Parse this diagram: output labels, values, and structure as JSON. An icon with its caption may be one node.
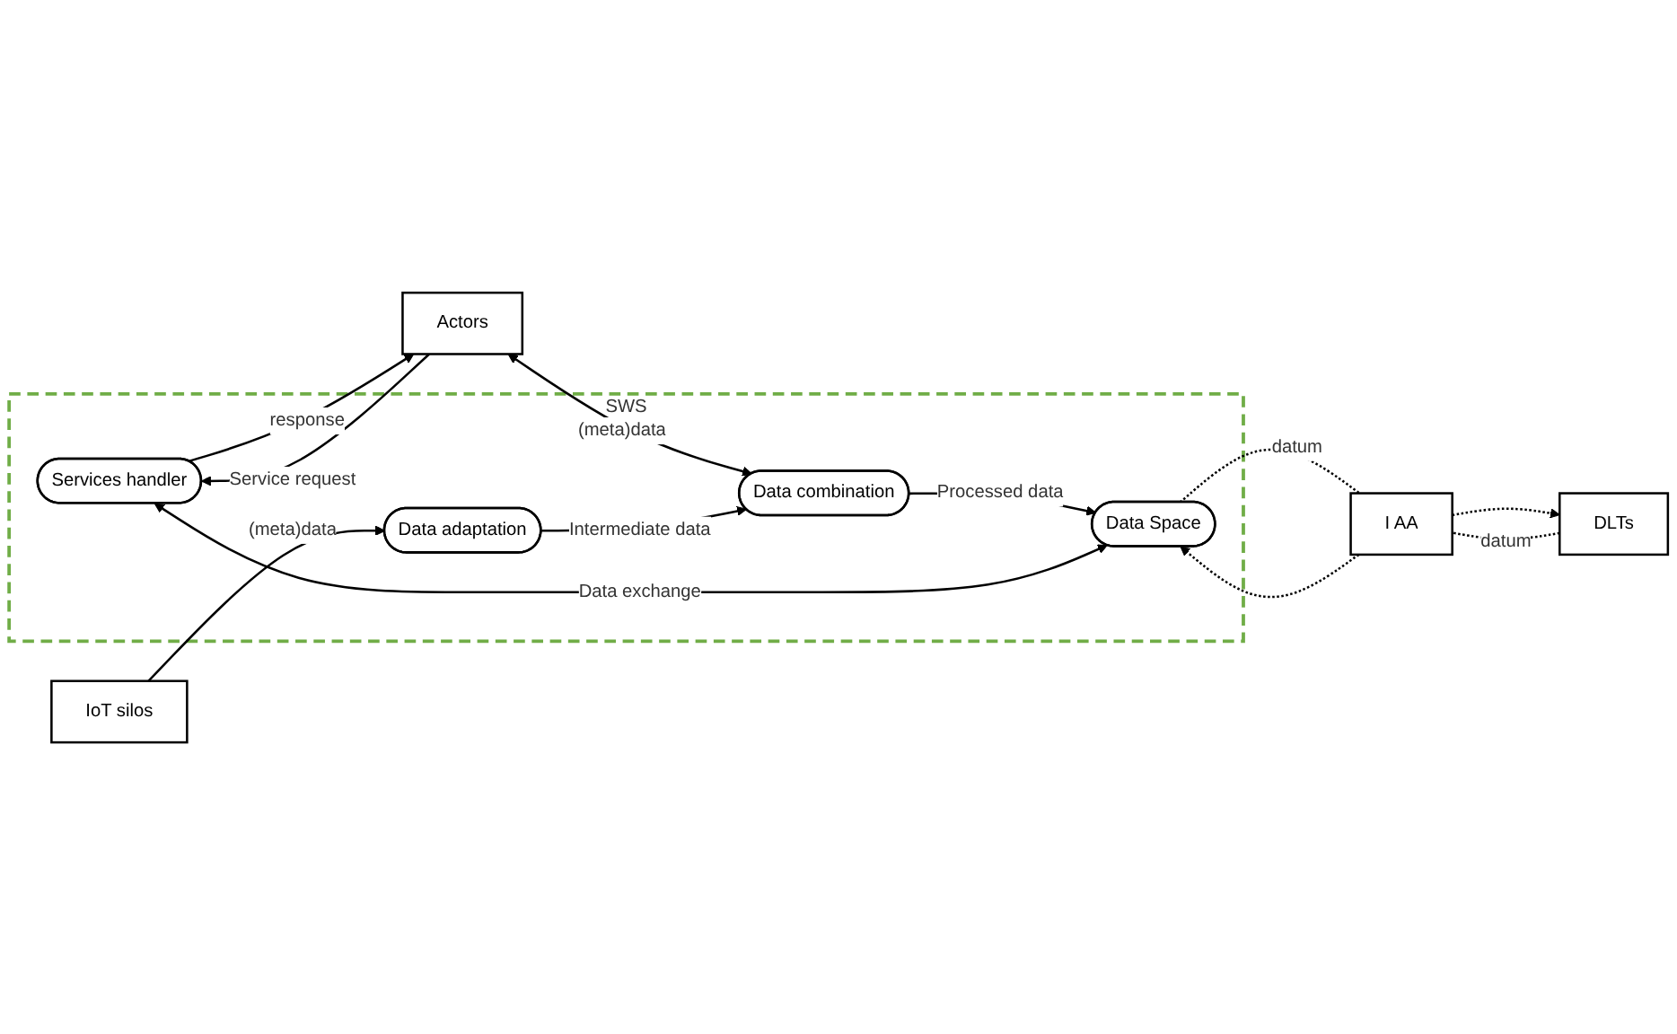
{
  "diagram": {
    "nodes": [
      {
        "text": [
          "SWS"
        ]
      },
      {
        "text": [
          "Actors"
        ]
      },
      {
        "text": [
          "Services handler"
        ],
        "in": 0
      },
      {
        "text": [
          "Data combination"
        ],
        "in": 0
      },
      {
        "text": [
          "Data adaptation"
        ],
        "in": 0
      },
      {
        "text": [
          "Data Space"
        ],
        "in": 0
      },
      {
        "text": [
          "IoT silos"
        ]
      },
      {
        "text": [
          "I AA"
        ]
      },
      {
        "text": [
          "DLTs"
        ]
      }
    ],
    "edges": [
      {
        "from": 1,
        "to": 2,
        "arrow": "to",
        "label": "Service request"
      },
      {
        "from": 2,
        "to": 1,
        "arrow": "to",
        "label": "response"
      },
      {
        "from": 1,
        "to": 3,
        "arrow": "both",
        "label": "(meta)data"
      },
      {
        "from": 4,
        "to": 3,
        "arrow": "to",
        "label": "Intermediate data"
      },
      {
        "from": 6,
        "to": 4,
        "arrow": "to",
        "label": "(meta)data"
      },
      {
        "from": 3,
        "to": 5,
        "arrow": "to",
        "label": "Processed data"
      },
      {
        "from": 2,
        "to": 5,
        "arrow": "both",
        "label": "Data exchange"
      },
      {
        "from": 8,
        "to": 7,
        "arrow": "none",
        "style": "dashed",
        "label": "datum"
      },
      {
        "from": 7,
        "to": 5,
        "arrow": "to",
        "style": "dashed"
      },
      {
        "from": 5,
        "to": 7,
        "arrow": "none",
        "style": "dashed",
        "label": "datum"
      },
      {
        "from": 7,
        "to": 8,
        "arrow": "to",
        "style": "dashed"
      }
    ]
  }
}
